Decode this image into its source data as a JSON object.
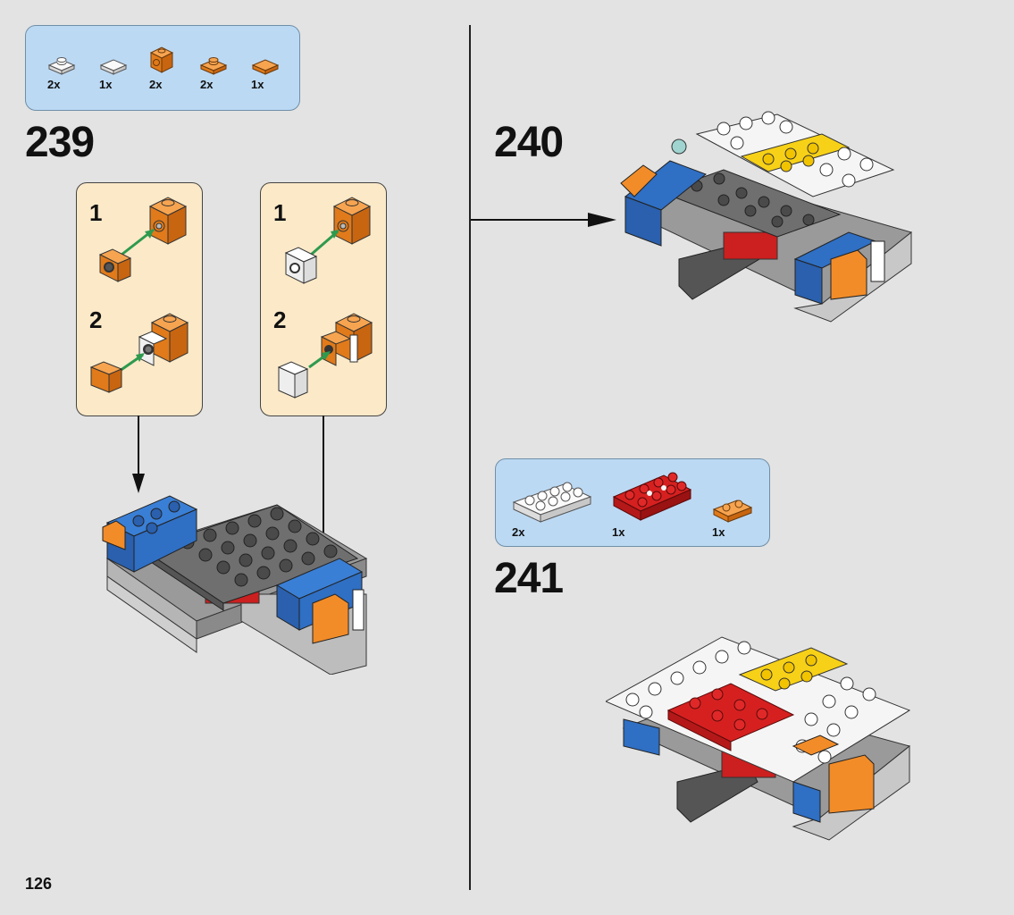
{
  "page_number": "126",
  "step_239": {
    "number": "239",
    "parts": [
      {
        "qty": "2x",
        "icon": "white-round-plate-1x1"
      },
      {
        "qty": "1x",
        "icon": "white-tile-1x1"
      },
      {
        "qty": "2x",
        "icon": "orange-brick-headlight-1x1"
      },
      {
        "qty": "2x",
        "icon": "orange-plate-1x1"
      },
      {
        "qty": "1x",
        "icon": "orange-tile-1x1"
      }
    ],
    "subassembly_a": {
      "step1": "1",
      "step2": "2"
    },
    "subassembly_b": {
      "step1": "1",
      "step2": "2"
    }
  },
  "step_240": {
    "number": "240"
  },
  "step_241": {
    "number": "241",
    "parts": [
      {
        "qty": "2x",
        "icon": "white-plate-2x4"
      },
      {
        "qty": "1x",
        "icon": "red-plate-2x4-with-holes"
      },
      {
        "qty": "1x",
        "icon": "orange-plate-1x2"
      }
    ]
  },
  "colors": {
    "orange": "#f28c28",
    "blue": "#2f6fc4",
    "white": "#f5f5f5",
    "grey": "#8f8f8f",
    "dark_grey": "#555555",
    "yellow": "#f7d117",
    "red": "#cc1f1f",
    "green_arrow": "#2e9a4e"
  }
}
